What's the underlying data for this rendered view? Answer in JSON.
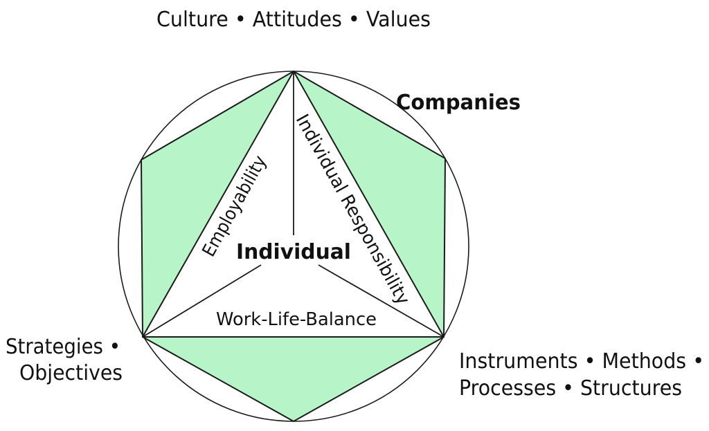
{
  "colors": {
    "fill": "#b7f5c8",
    "stroke": "#1a1a1a",
    "background": "#ffffff",
    "text": "#111111"
  },
  "labels": {
    "top": "Culture • Attitudes • Values",
    "companies": "Companies",
    "left_line1": "Strategies •",
    "left_line2": "Objectives",
    "right_line1": "Instruments • Methods •",
    "right_line2": "Processes • Structures",
    "center": "Individual",
    "left_side": "Employability",
    "right_side": "Individual Responsibility",
    "bottom_side": "Work-Life-Balance"
  }
}
